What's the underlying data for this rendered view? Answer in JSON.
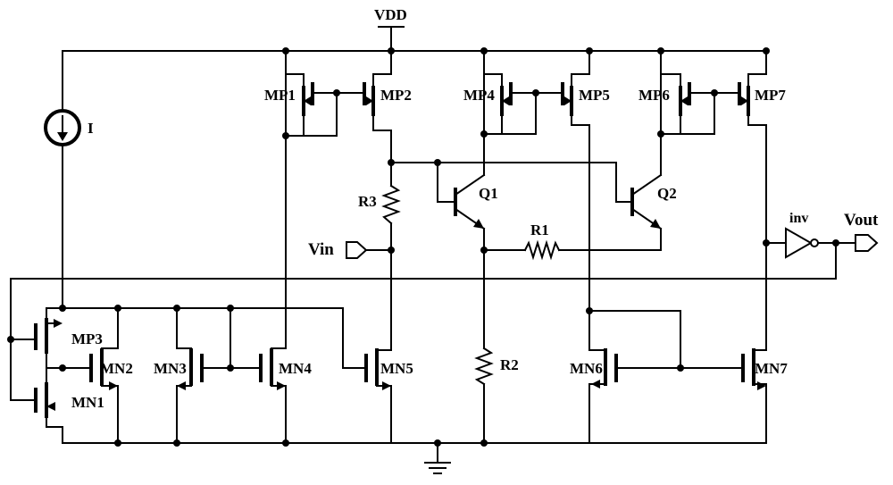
{
  "supply": {
    "vdd": "VDD"
  },
  "sources": {
    "current": "I"
  },
  "ports": {
    "vin": "Vin",
    "vout": "Vout"
  },
  "pmos": {
    "mp1": "MP1",
    "mp2": "MP2",
    "mp3": "MP3",
    "mp4": "MP4",
    "mp5": "MP5",
    "mp6": "MP6",
    "mp7": "MP7"
  },
  "nmos": {
    "mn1": "MN1",
    "mn2": "MN2",
    "mn3": "MN3",
    "mn4": "MN4",
    "mn5": "MN5",
    "mn6": "MN6",
    "mn7": "MN7"
  },
  "bjt": {
    "q1": "Q1",
    "q2": "Q2"
  },
  "resistors": {
    "r1": "R1",
    "r2": "R2",
    "r3": "R3"
  },
  "gates": {
    "inv": "inv"
  }
}
